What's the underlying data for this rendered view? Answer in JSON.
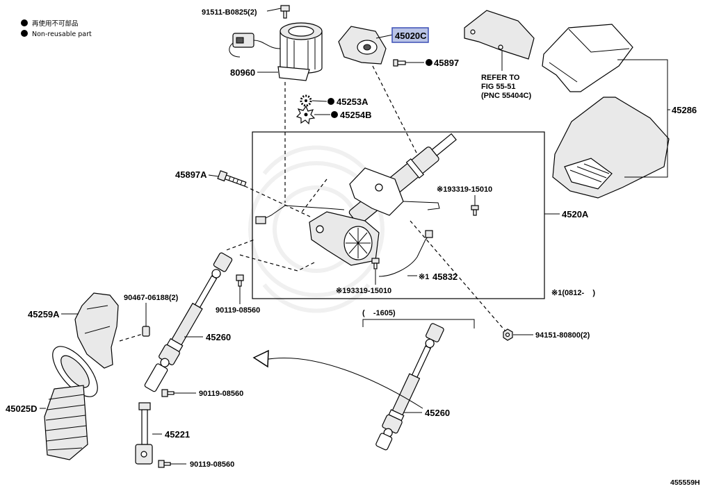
{
  "legend": {
    "line1": "再使用不可部品",
    "line2": "Non-reusable part"
  },
  "labels": {
    "bolt_top": "91511-B0825(2)",
    "motor": "80960",
    "sensor_selected": "45020C",
    "screw_45897": "45897",
    "gear_45253a": "45253A",
    "gear_45254b": "45254B",
    "refer_line1": "REFER TO",
    "refer_line2": "FIG 55-51",
    "refer_line3": "(PNC 55404C)",
    "cover": "45286",
    "bolt_45897a": "45897A",
    "bolt_upper": "※193319-15010",
    "column_assy": "4520A",
    "bolt_lower": "※193319-15010",
    "note_mark": "※1",
    "harness": "45832",
    "note_range": "※1(0812-    )",
    "clip": "90467-06188(2)",
    "bolt_90119_a": "90119-08560",
    "boot_cover": "45259A",
    "shaft_left": "45260",
    "range_right": "(    -1605)",
    "nut": "94151-80800(2)",
    "boot": "45025D",
    "bolt_90119_b": "90119-08560",
    "shaft_right": "45260",
    "shaft_45221": "45221",
    "bolt_90119_c": "90119-08560",
    "figure_id": "455559H"
  },
  "colors": {
    "highlight_fill": "#b9c3e6",
    "highlight_stroke": "#3b4fb5"
  }
}
